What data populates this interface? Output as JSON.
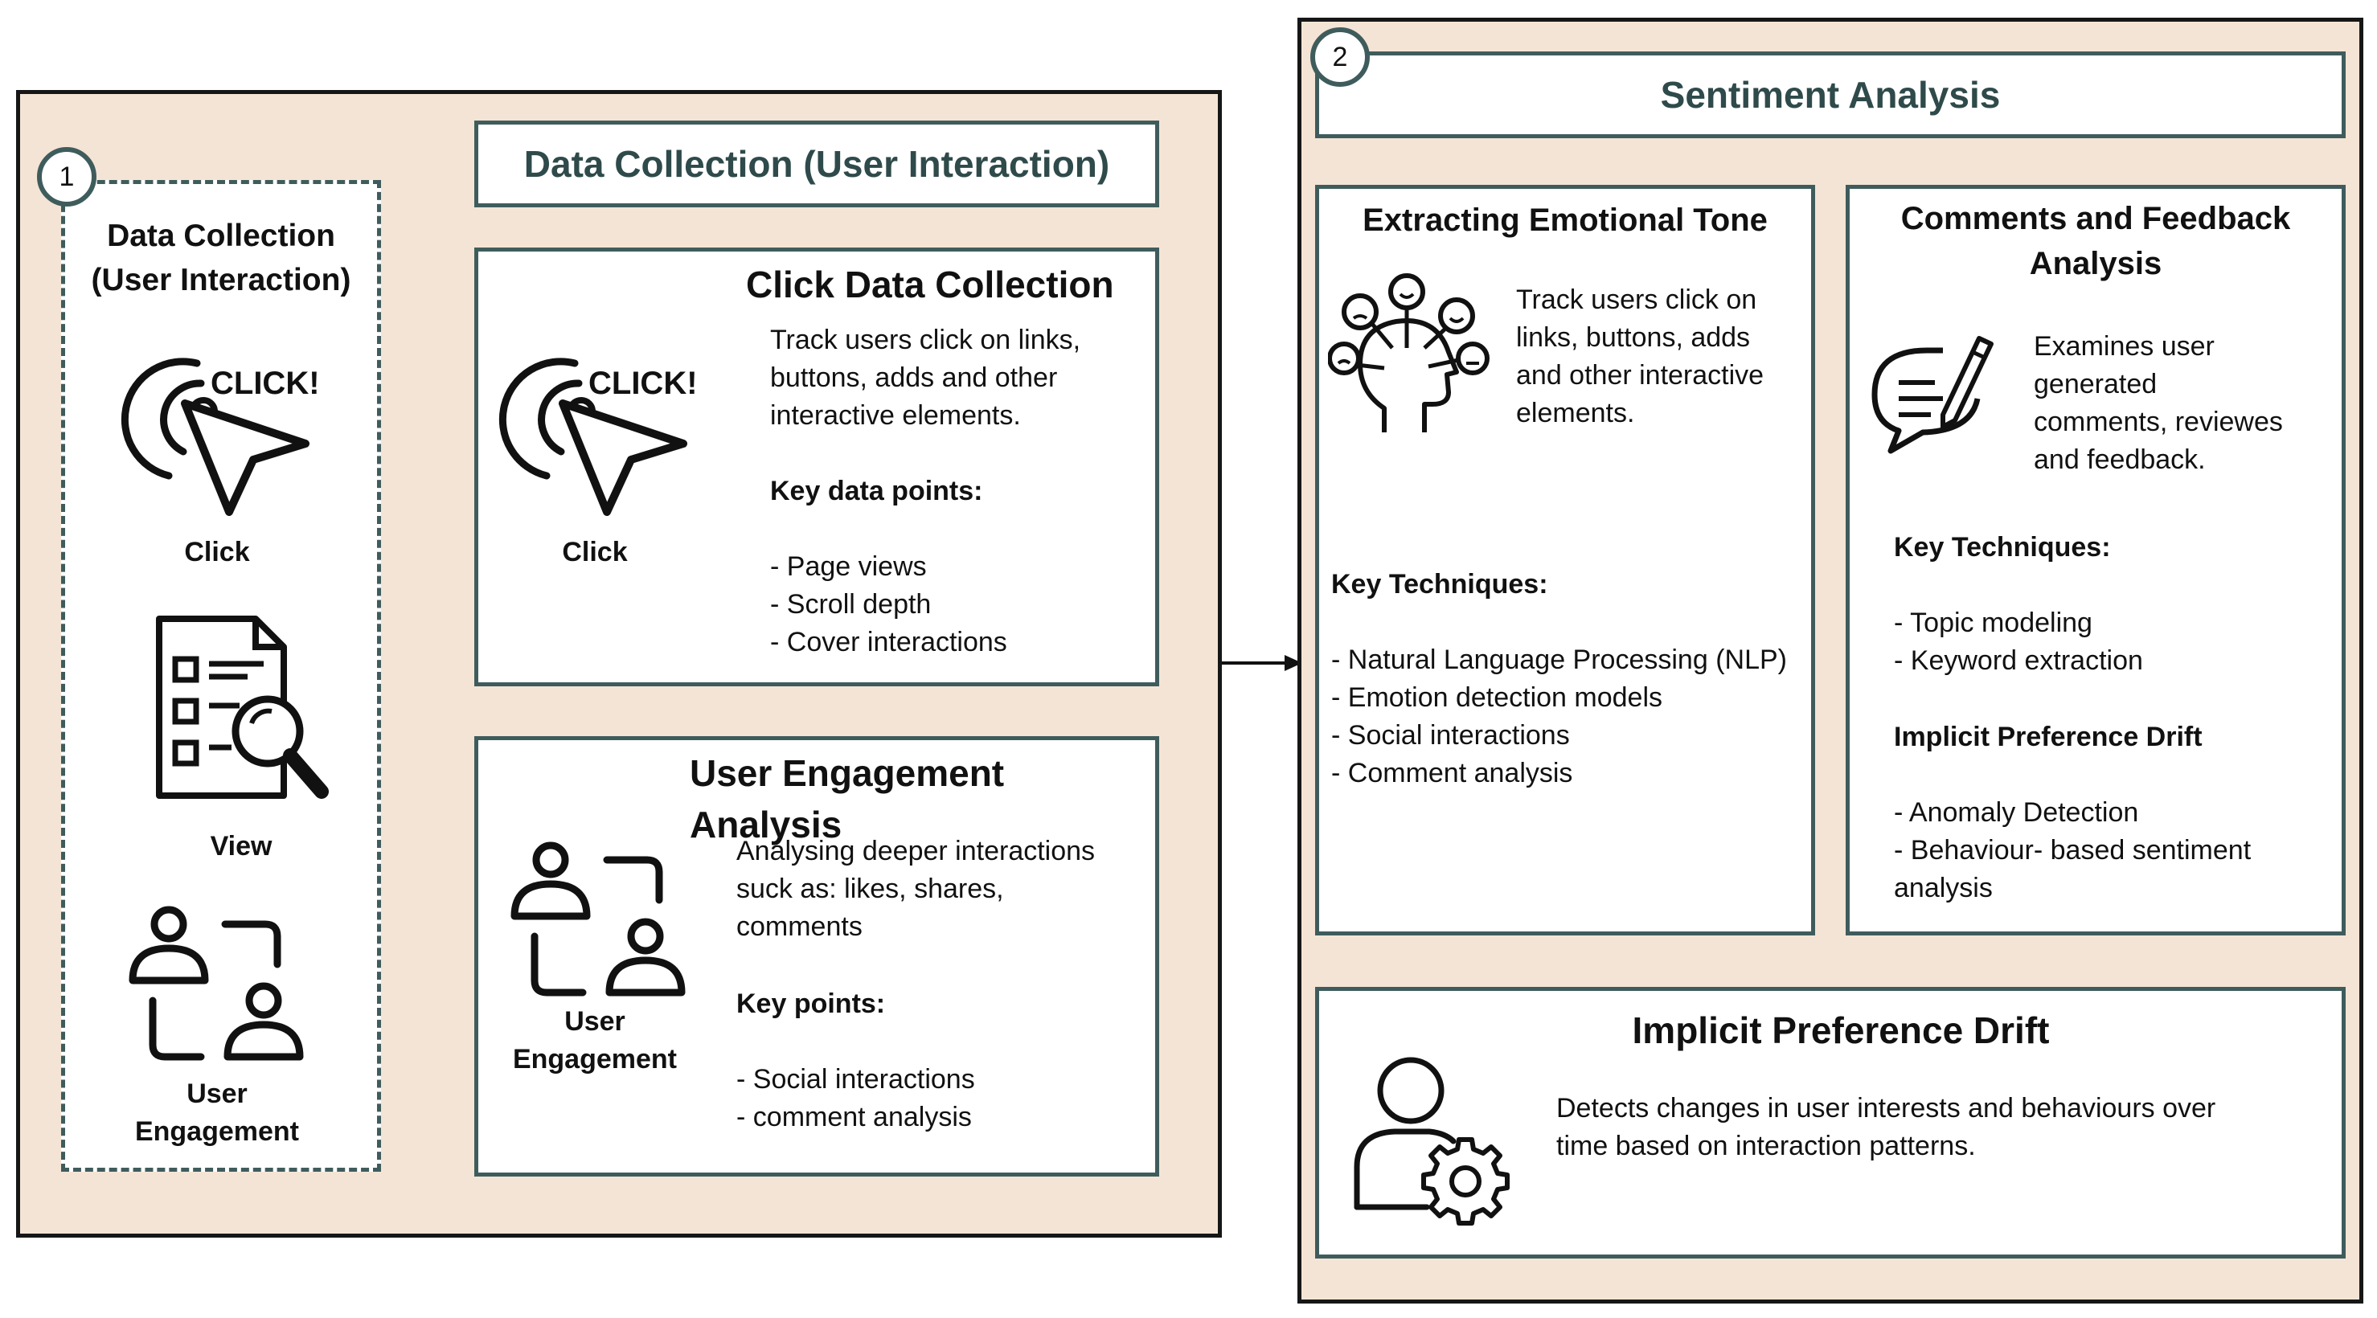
{
  "left_panel": {
    "step_number": "1",
    "sidebar": {
      "title_line1": "Data Collection",
      "title_line2": "(User Interaction)",
      "items": [
        {
          "label": "Click",
          "icon": "click-icon"
        },
        {
          "label": "View",
          "icon": "document-search-icon"
        },
        {
          "label_line1": "User",
          "label_line2": "Engagement",
          "icon": "user-engagement-icon"
        }
      ]
    },
    "header_title": "Data Collection (User Interaction)",
    "click_card": {
      "title": "Click Data Collection",
      "icon_label": "Click",
      "description": [
        "Track users click on links,",
        "buttons, adds and other",
        "interactive elements."
      ],
      "key_heading": "Key data points:",
      "points": [
        "Page views",
        "Scroll depth",
        "Cover interactions"
      ]
    },
    "engagement_card": {
      "title": "User Engagement Analysis",
      "icon_label_line1": "User",
      "icon_label_line2": "Engagement",
      "description": [
        "Analysing deeper interactions",
        "suck as: likes, shares,",
        "comments"
      ],
      "key_heading": "Key points:",
      "points": [
        "Social interactions",
        "comment analysis"
      ]
    }
  },
  "right_panel": {
    "step_number": "2",
    "header_title": "Sentiment Analysis",
    "emotional_card": {
      "title": "Extracting Emotional Tone",
      "description": [
        "Track users click on",
        "links, buttons, adds",
        "and other interactive",
        "elements."
      ],
      "key_heading": "Key Techniques:",
      "points": [
        "Natural Language Processing (NLP)",
        "Emotion detection models",
        "Social interactions",
        "Comment analysis"
      ]
    },
    "comments_card": {
      "title_line1": "Comments and Feedback",
      "title_line2": "Analysis",
      "description": [
        "Examines user",
        "generated",
        "comments, reviewes",
        "and feedback."
      ],
      "key_heading": "Key Techniques:",
      "points": [
        "Topic modeling",
        "Keyword extraction"
      ],
      "second_heading": "Implicit Preference Drift",
      "points2": [
        "Anomaly Detection",
        "Behaviour- based sentiment"
      ],
      "points2_cont": "analysis"
    },
    "drift_card": {
      "title": "Implicit Preference Drift",
      "description": [
        "Detects changes in user interests and behaviours over",
        "time based on interaction patterns."
      ]
    }
  },
  "colors": {
    "panel_bg": "#f4e4d5",
    "box_border": "#3f5c5c",
    "panel_border": "#161616"
  }
}
